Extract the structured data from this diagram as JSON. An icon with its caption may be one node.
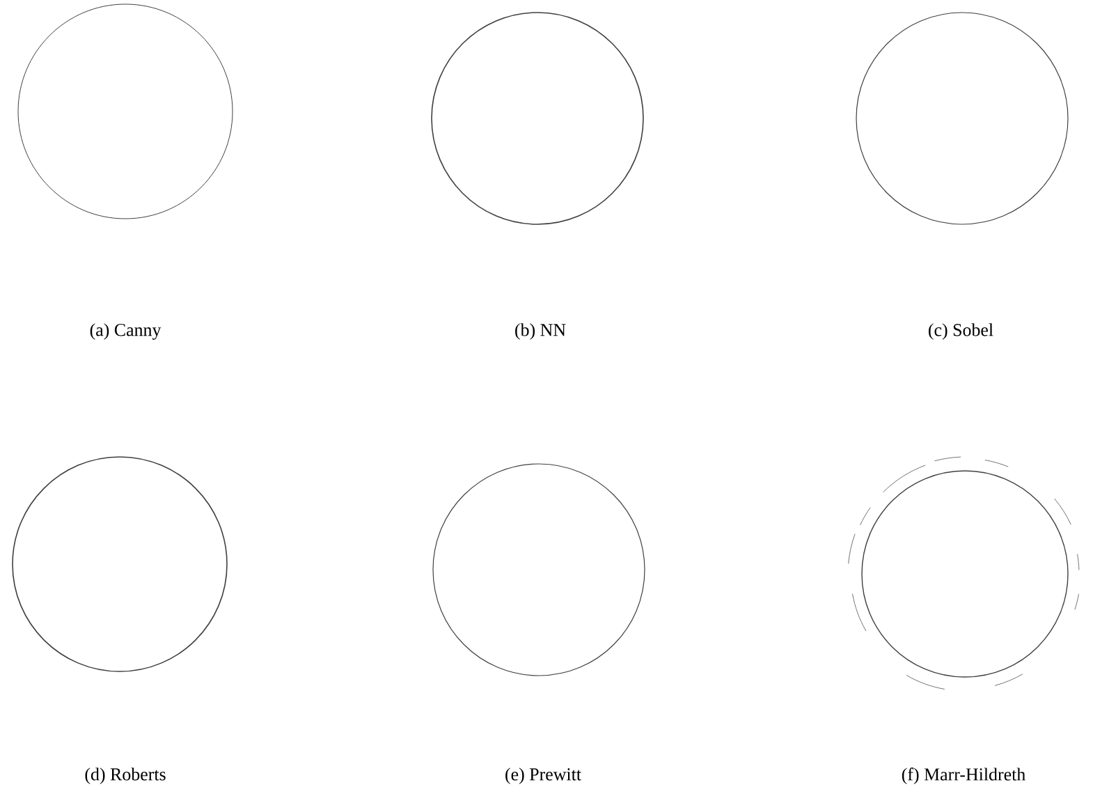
{
  "diagram": {
    "labels": [
      "(a) Canny",
      "(b) NN",
      "(c) Sobel",
      "(d) Roberts",
      "(e) Prewitt",
      "(f) Marr-Hildreth"
    ]
  }
}
